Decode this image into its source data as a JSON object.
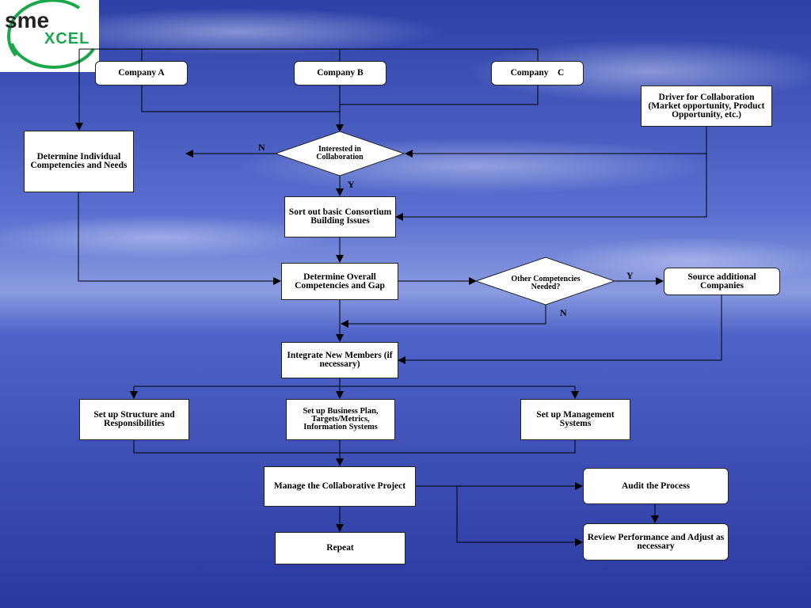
{
  "logo": {
    "text_top": "sme",
    "text_bottom": "XCEL"
  },
  "nodes": {
    "company_a": "Company A",
    "company_b": "Company B",
    "company_c": "Company    C",
    "driver": "Driver for Collaboration (Market opportunity, Product Opportunity, etc.)",
    "determine_individual": "Determine Individual Competencies and Needs",
    "interested": "Interested in Collaboration",
    "sort_out": "Sort out basic Consortium Building Issues",
    "determine_overall": "Determine Overall Competencies and Gap",
    "other_competencies": "Other Competencies Needed?",
    "source_additional": "Source additional Companies",
    "integrate": "Integrate New Members (if necessary)",
    "structure": "Set up Structure and Responsibilities",
    "business_plan": "Set up Business Plan, Targets/Metrics, Information Systems",
    "management": "Set up Management Systems",
    "manage_project": "Manage the Collaborative Project",
    "audit": "Audit the Process",
    "review": "Review Performance and Adjust as necessary",
    "repeat": "Repeat"
  },
  "labels": {
    "interested_no": "N",
    "interested_yes": "Y",
    "other_yes": "Y",
    "other_no": "N"
  },
  "colors": {
    "logo_green": "#1aa84a",
    "sky_top": "#2c3fa6",
    "sea": "#3a4fc0"
  }
}
